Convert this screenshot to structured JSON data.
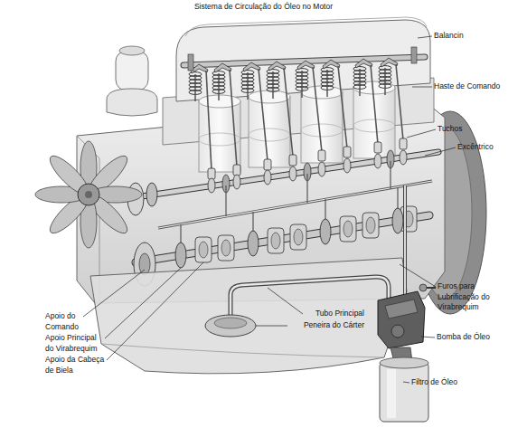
{
  "diagram": {
    "title": "Sistema de Circulação do Óleo no Motor",
    "labels": [
      "Balancin",
      "Haste de Comando",
      "Tuchos",
      "Excêntrico",
      "Furos para Lubrificação do Virabrequim",
      "Bomba de Óleo",
      "Filtro de Óleo",
      "Tubo Principal",
      "Peneira do Cárter",
      "Apoio do Comando",
      "Apoio Principal do Virabrequim",
      "Apoio da Cabeça de Biela"
    ]
  }
}
